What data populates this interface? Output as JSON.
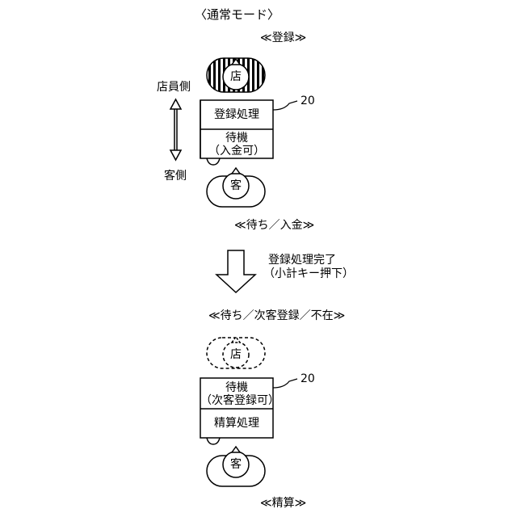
{
  "title": "〈通常モード〉",
  "section_top": {
    "heading_top": "≪登録≫",
    "staff_side": "店員側",
    "customer_side": "客側",
    "shop_person": "店",
    "customer_person": "客",
    "ref_number": "20",
    "box_upper": "登録処理",
    "box_lower_line1": "待機",
    "box_lower_line2": "（入金可）",
    "heading_bottom": "≪待ち／入金≫"
  },
  "transition": {
    "line1": "登録処理完了",
    "line2": "（小計キー押下）"
  },
  "section_bottom": {
    "heading_top": "≪待ち／次客登録／不在≫",
    "shop_person": "店",
    "customer_person": "客",
    "ref_number": "20",
    "box_upper_line1": "待機",
    "box_upper_line2": "（次客登録可）",
    "box_lower": "精算処理",
    "heading_bottom": "≪精算≫"
  }
}
